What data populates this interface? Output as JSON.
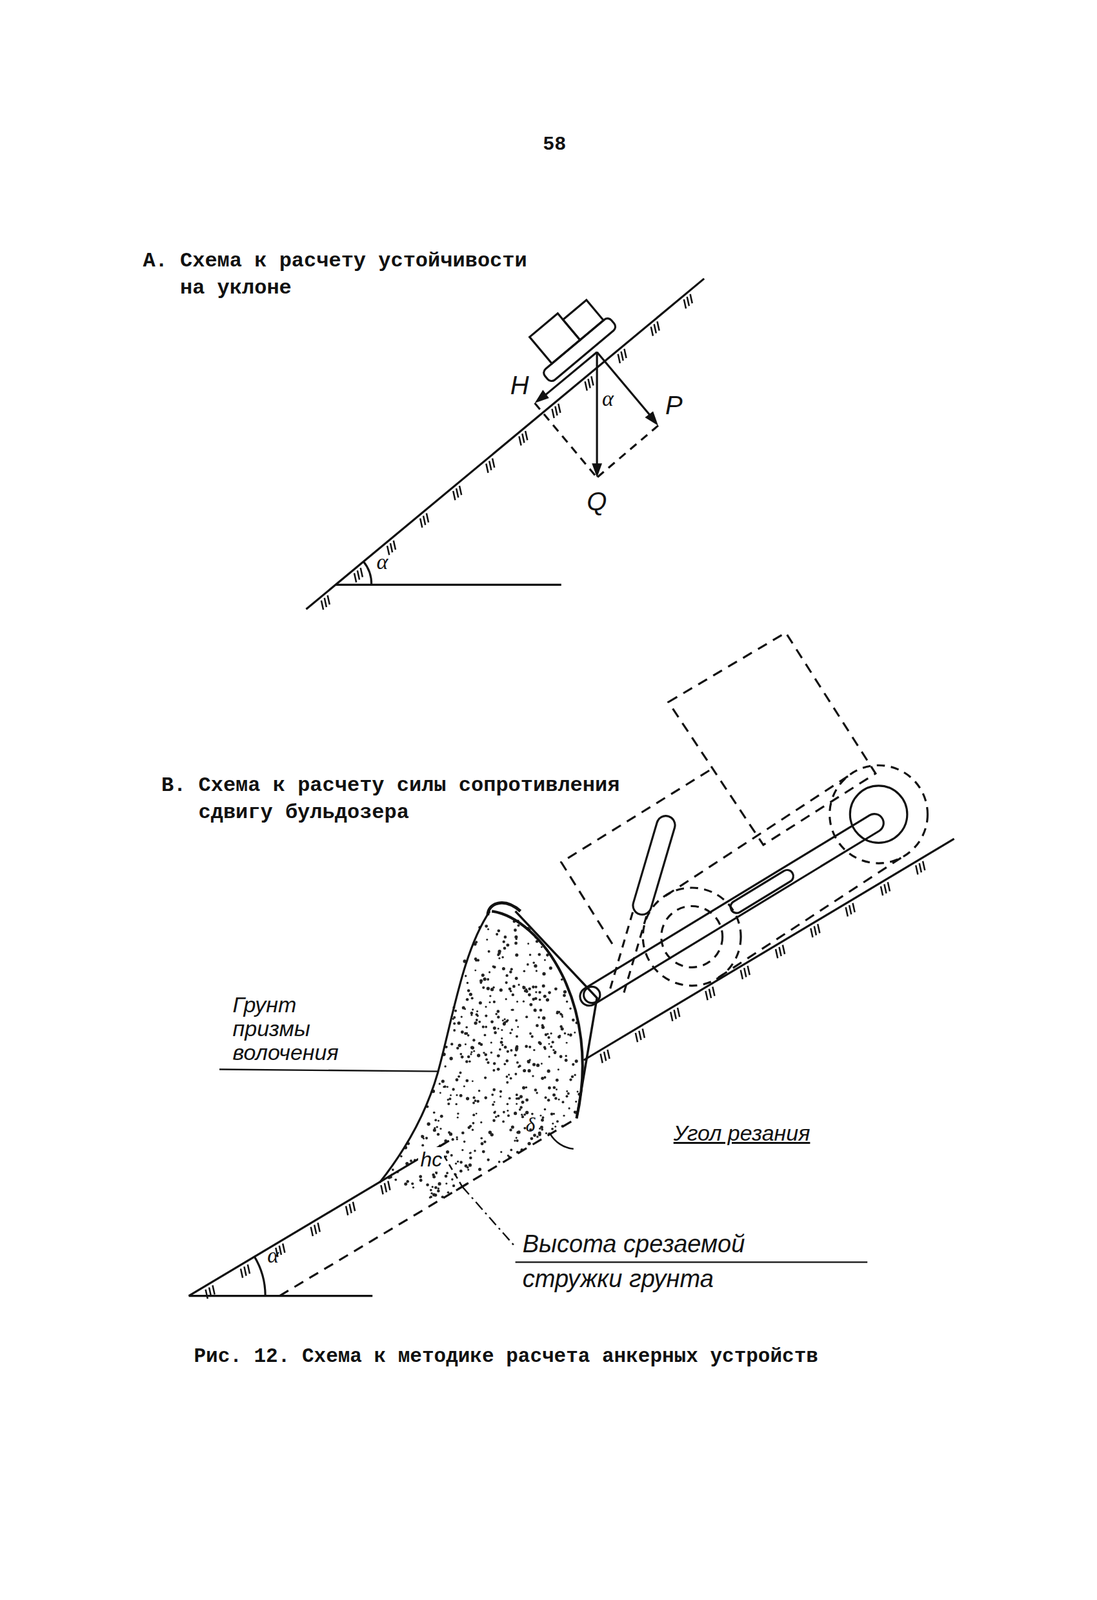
{
  "diagram": {
    "caption": "Рис. 12. Схема к методике расчета анкерных устройств",
    "labels": [
      "58",
      "А. Схема к расчету устойчивости на уклоне",
      "H",
      "α",
      "P",
      "Q",
      "α",
      "В. Схема к расчету силы сопротивления сдвигу бульдозера",
      "Грунт призмы волочения",
      "hс",
      "δ",
      "Угол резания",
      "Высота срезаемой стружки грунта",
      "α"
    ]
  }
}
